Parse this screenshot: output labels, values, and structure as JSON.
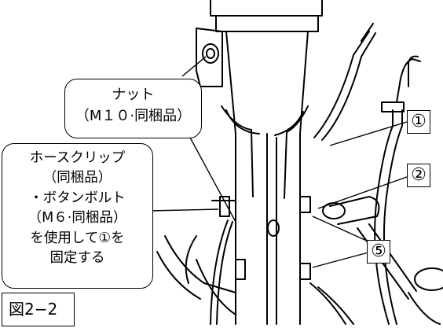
{
  "callouts": {
    "nut": {
      "line1": "ナット",
      "line2": "（M１０·同梱品）"
    },
    "hose_clip": {
      "line1": "ホースクリップ",
      "line2": "（同梱品）",
      "line3": "・ボタンボルト",
      "line4": "（M６·同梱品）",
      "line5": "を使用して①を",
      "line6": "固定する"
    }
  },
  "markers": {
    "one": "①",
    "two": "②",
    "five": "⑤"
  },
  "figure_label": "図2−2",
  "colors": {
    "ink": "#000000",
    "paper": "#ffffff"
  }
}
